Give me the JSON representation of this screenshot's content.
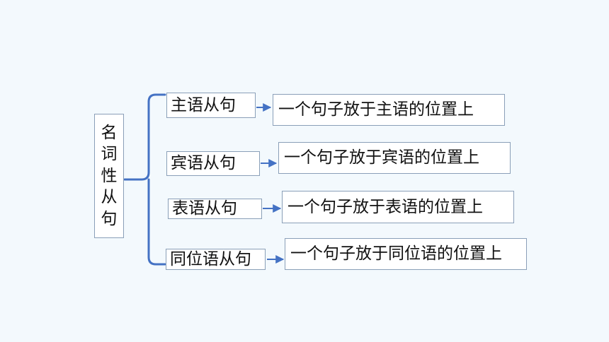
{
  "root": {
    "label": "名词性从句",
    "chars": [
      "名",
      "词",
      "性",
      "从",
      "句"
    ]
  },
  "branches": [
    {
      "type": "主语从句",
      "description": "一个句子放于主语的位置上"
    },
    {
      "type": "宾语从句",
      "description": "一个句子放于宾语的位置上"
    },
    {
      "type": "表语从句",
      "description": "一个句子放于表语的位置上"
    },
    {
      "type": "同位语从句",
      "description": "一个句子放于同位语的位置上"
    }
  ],
  "colors": {
    "bracket": "#4472c4",
    "arrow": "#4472c4",
    "border": "#8a9fb8",
    "background": "#f3f9fd"
  }
}
